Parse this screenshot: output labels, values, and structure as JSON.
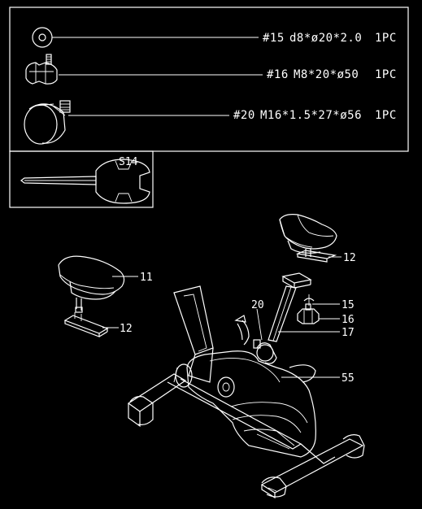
{
  "parts_box": {
    "hardware": [
      {
        "ref": "#15",
        "spec": "d8*ø20*2.0",
        "qty": "1PC"
      },
      {
        "ref": "#16",
        "spec": "M8*20*ø50",
        "qty": "1PC"
      },
      {
        "ref": "#20",
        "spec": "M16*1.5*27*ø56",
        "qty": "1PC"
      }
    ],
    "tool_label": "S14"
  },
  "callouts": {
    "seat_left": "11",
    "slider_left": "12",
    "slider_right": "12",
    "knob": "20",
    "washer": "15",
    "bolt": "16",
    "seat_post": "17",
    "frame": "55"
  }
}
